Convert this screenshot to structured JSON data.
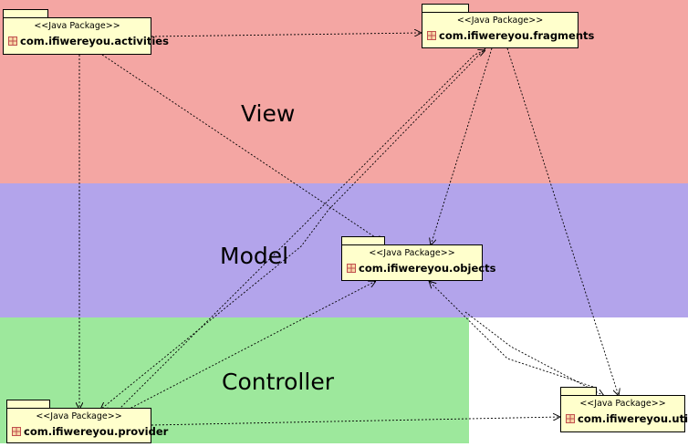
{
  "colors": {
    "view": "#f4a6a3",
    "model": "#b3a4eb",
    "controller": "#9de89c",
    "package_fill": "#ffffcc",
    "package_icon": "#c0504d"
  },
  "layers": {
    "view": "View",
    "model": "Model",
    "controller": "Controller"
  },
  "packages": {
    "activities": {
      "stereotype": "<<Java Package>>",
      "name": "com.ifiwereyou.activities",
      "icon": "package-icon"
    },
    "fragments": {
      "stereotype": "<<Java Package>>",
      "name": "com.ifiwereyou.fragments",
      "icon": "package-icon"
    },
    "objects": {
      "stereotype": "<<Java Package>>",
      "name": "com.ifiwereyou.objects",
      "icon": "package-icon"
    },
    "provider": {
      "stereotype": "<<Java Package>>",
      "name": "com.ifiwereyou.provider",
      "icon": "package-icon"
    },
    "utils": {
      "stereotype": "<<Java Package>>",
      "name": "com.ifiwereyou.utils",
      "icon": "package-icon"
    }
  },
  "dependencies": [
    {
      "from": "activities",
      "to": "fragments"
    },
    {
      "from": "activities",
      "to": "objects"
    },
    {
      "from": "activities",
      "to": "provider"
    },
    {
      "from": "fragments",
      "to": "objects"
    },
    {
      "from": "fragments",
      "to": "provider"
    },
    {
      "from": "fragments",
      "to": "utils"
    },
    {
      "from": "provider",
      "to": "fragments"
    },
    {
      "from": "provider",
      "to": "objects"
    },
    {
      "from": "provider",
      "to": "utils"
    },
    {
      "from": "utils",
      "to": "objects"
    },
    {
      "from": "objects",
      "to": "utils"
    }
  ]
}
